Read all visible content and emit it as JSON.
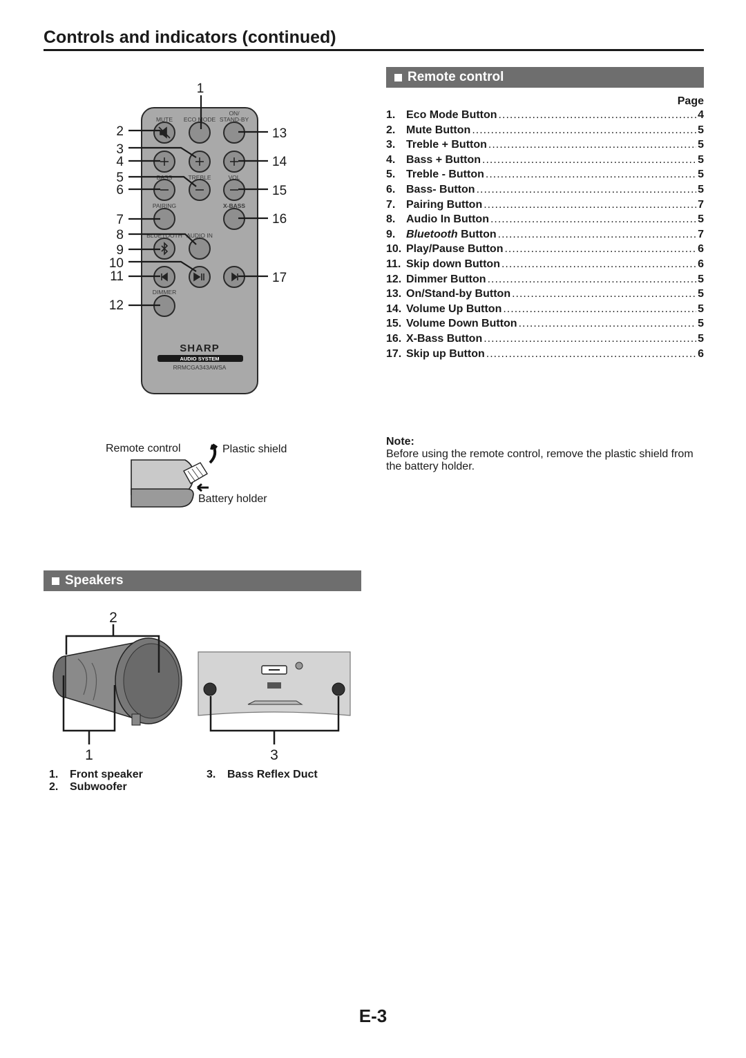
{
  "header": {
    "title": "Controls and indicators (continued)"
  },
  "remote_section": {
    "heading": "Remote control",
    "page_column_label": "Page",
    "items": [
      {
        "num": "1.",
        "label": "Eco Mode Button",
        "page": "4"
      },
      {
        "num": "2.",
        "label": "Mute Button",
        "page": "5"
      },
      {
        "num": "3.",
        "label": "Treble + Button",
        "page": "5"
      },
      {
        "num": "4.",
        "label": "Bass + Button",
        "page": "5"
      },
      {
        "num": "5.",
        "label": "Treble - Button",
        "page": "5"
      },
      {
        "num": "6.",
        "label": "Bass- Button",
        "page": "5"
      },
      {
        "num": "7.",
        "label": "Pairing Button",
        "page": "7"
      },
      {
        "num": "8.",
        "label": "Audio In Button",
        "page": "5"
      },
      {
        "num": "9.",
        "label_italic": "Bluetooth",
        "label": " Button",
        "page": "7"
      },
      {
        "num": "10.",
        "label": "Play/Pause Button",
        "page": "6"
      },
      {
        "num": "11.",
        "label": "Skip down Button",
        "page": "6"
      },
      {
        "num": "12.",
        "label": "Dimmer Button",
        "page": "5"
      },
      {
        "num": "13.",
        "label": "On/Stand-by Button",
        "page": "5"
      },
      {
        "num": "14.",
        "label": "Volume Up Button",
        "page": "5"
      },
      {
        "num": "15.",
        "label": "Volume Down Button",
        "page": "5"
      },
      {
        "num": "16.",
        "label": "X-Bass Button",
        "page": "5"
      },
      {
        "num": "17.",
        "label": "Skip up Button",
        "page": "6"
      }
    ],
    "note_title": "Note:",
    "note_text": "Before using the remote control, remove the plastic shield from the battery holder."
  },
  "remote_figure": {
    "callouts": [
      "1",
      "2",
      "3",
      "4",
      "5",
      "6",
      "7",
      "8",
      "9",
      "10",
      "11",
      "12",
      "13",
      "14",
      "15",
      "16",
      "17"
    ],
    "button_labels": {
      "mute": "MUTE",
      "eco_mode": "ECO MODE",
      "on": "ON/",
      "standby": "STAND-BY",
      "bass": "BASS",
      "treble": "TREBLE",
      "vol": "VOL",
      "pairing": "PAIRING",
      "xbass": "X-BASS",
      "bluetooth": "BLUETOOTH",
      "audio_in": "AUDIO IN",
      "dimmer": "DIMMER"
    },
    "brand": "SHARP",
    "brand_sub": "AUDIO SYSTEM",
    "model": "RRMCGA343AWSA",
    "icons": [
      "mute-icon",
      "plus-icon",
      "minus-icon",
      "bluetooth-icon",
      "skip-back-icon",
      "play-pause-icon",
      "skip-forward-icon"
    ]
  },
  "battery_figure": {
    "remote_label": "Remote control",
    "shield_label": "Plastic shield",
    "holder_label": "Battery holder"
  },
  "speakers_section": {
    "heading": "Speakers",
    "callouts": [
      "2",
      "1",
      "3"
    ],
    "items": [
      {
        "num": "1.",
        "label": "Front speaker"
      },
      {
        "num": "2.",
        "label": "Subwoofer"
      },
      {
        "num": "3.",
        "label": "Bass Reflex Duct"
      }
    ]
  },
  "footer": {
    "page_number": "E-3"
  },
  "colors": {
    "section_bar": "#6e6e6e",
    "remote_body": "#a9a9a9",
    "remote_button": "#8f8f8f",
    "text": "#1a1a1a"
  }
}
